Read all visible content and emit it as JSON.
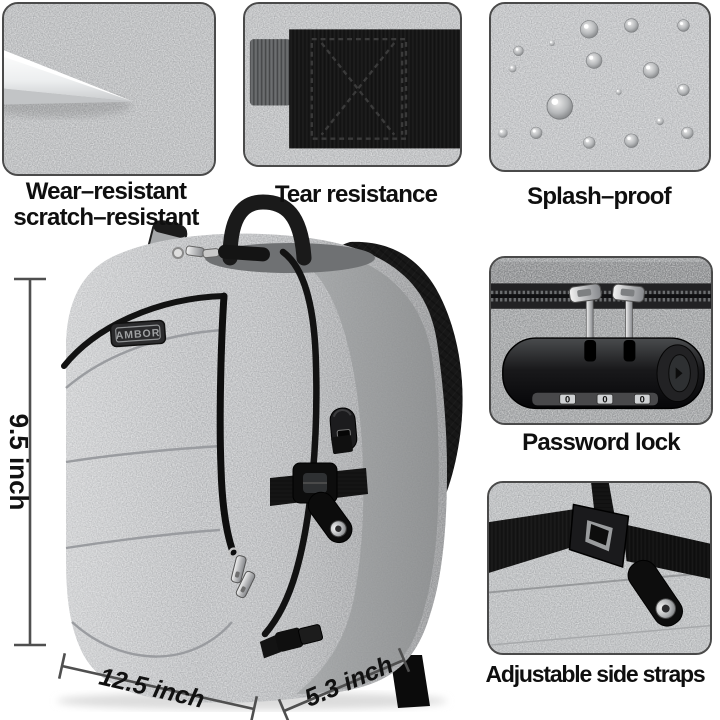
{
  "canvas": {
    "background": "#ffffff"
  },
  "brand": {
    "logo_text": "AMBOR"
  },
  "features": [
    {
      "label_line1": "Wear–resistant",
      "label_line2": "scratch–resistant",
      "illustration": "knife-blade-on-fabric"
    },
    {
      "label": "Tear resistance",
      "illustration": "stitched-reinforced-strap"
    },
    {
      "label": "Splash–proof",
      "illustration": "water-droplets-on-fabric"
    },
    {
      "label": "Password lock",
      "illustration": "combination-lock-with-zipper-pulls",
      "lock_digits": [
        "0",
        "0",
        "0"
      ]
    },
    {
      "label": "Adjustable side straps",
      "illustration": "side-strap-with-buckle"
    }
  ],
  "dimensions": {
    "height_label": "9.5 inch",
    "width_label": "12.5 inch",
    "depth_label": "5.3 inch"
  },
  "colors": {
    "fabric_gray": "#c0c2c4",
    "fabric_dark_gray": "#a2a4a6",
    "trim_black": "#161616",
    "panel_border": "#4a4a4a",
    "label_text": "#0f0f0f",
    "dimension_line": "#4f4f4f"
  }
}
